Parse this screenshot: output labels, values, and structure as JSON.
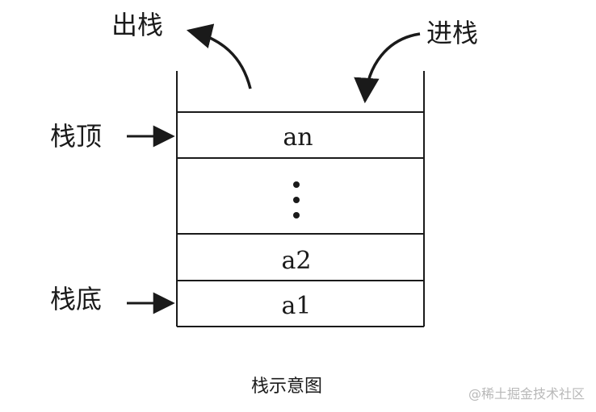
{
  "labels": {
    "pop": "出栈",
    "push": "进栈",
    "top": "栈顶",
    "bottom": "栈底"
  },
  "cells": {
    "top": "an",
    "second": "a2",
    "first": "a1"
  },
  "caption": "栈示意图",
  "watermark": "@稀土掘金技术社区",
  "colors": {
    "ink": "#1a1a1a",
    "watermark": "#b8b8b8",
    "background": "#ffffff"
  }
}
